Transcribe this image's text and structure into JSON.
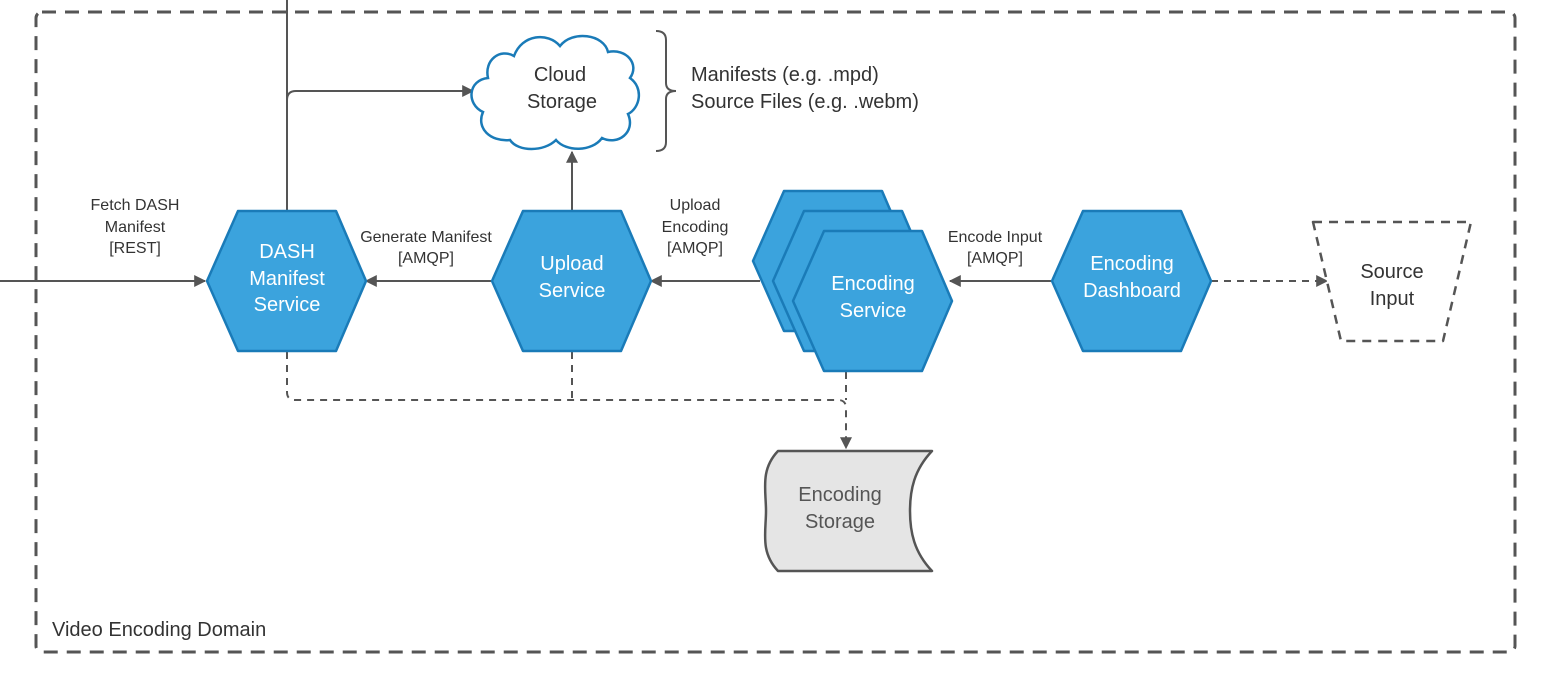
{
  "diagram": {
    "domain_label": "Video Encoding Domain",
    "nodes": {
      "dash_manifest_service": {
        "lines": [
          "DASH",
          "Manifest",
          "Service"
        ]
      },
      "upload_service": {
        "lines": [
          "Upload",
          "Service"
        ]
      },
      "encoding_service": {
        "lines": [
          "Encoding",
          "Service"
        ]
      },
      "encoding_dashboard": {
        "lines": [
          "Encoding",
          "Dashboard"
        ]
      },
      "source_input": {
        "lines": [
          "Source",
          "Input"
        ]
      },
      "cloud_storage": {
        "lines": [
          "Cloud",
          "Storage"
        ]
      },
      "encoding_storage": {
        "lines": [
          "Encoding",
          "Storage"
        ]
      }
    },
    "cloud_note": {
      "lines": [
        "Manifests (e.g. .mpd)",
        "Source Files (e.g. .webm)"
      ]
    },
    "edges": {
      "fetch_dash_manifest": {
        "lines": [
          "Fetch DASH",
          "Manifest",
          "[REST]"
        ]
      },
      "generate_manifest": {
        "lines": [
          "Generate Manifest",
          "[AMQP]"
        ]
      },
      "upload_encoding": {
        "lines": [
          "Upload",
          "Encoding",
          "[AMQP]"
        ]
      },
      "encode_input": {
        "lines": [
          "Encode Input",
          "[AMQP]"
        ]
      }
    },
    "colors": {
      "service_fill": "#3ba3dd",
      "service_stroke": "#1a7bb8",
      "cloud_stroke": "#1a7bb8",
      "storage_fill": "#e5e5e5",
      "line": "#555555"
    }
  }
}
